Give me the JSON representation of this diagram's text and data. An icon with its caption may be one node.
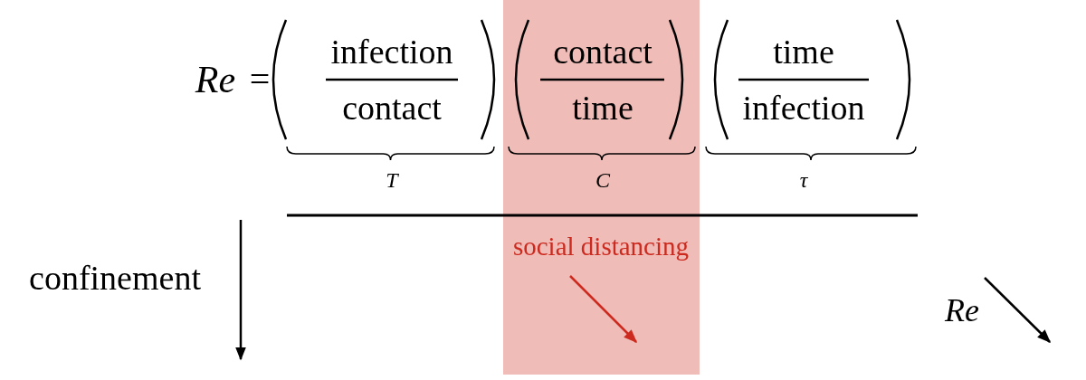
{
  "diagram": {
    "labels": [
      "Re",
      "=",
      "infection",
      "contact",
      "contact",
      "time",
      "time",
      "infection",
      "T",
      "C",
      "τ",
      "confinement",
      "social distancing",
      "Re"
    ]
  }
}
